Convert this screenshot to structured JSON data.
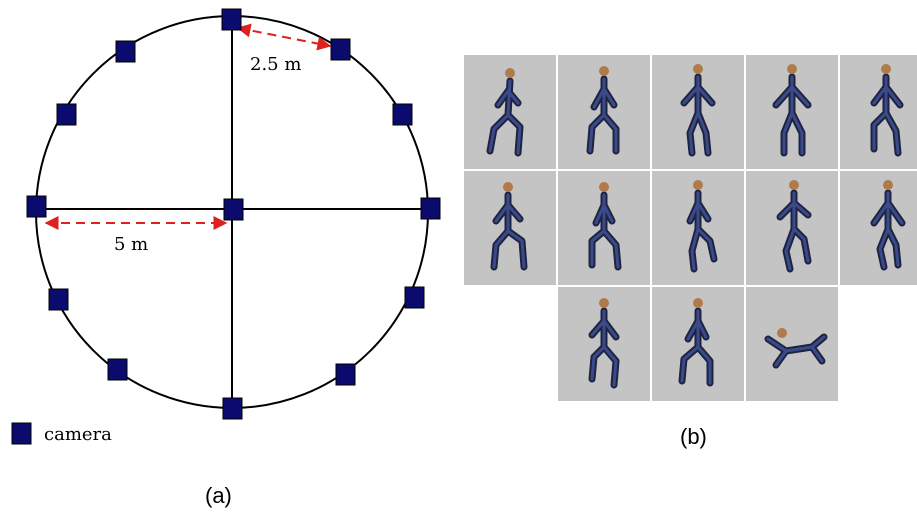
{
  "panel_a": {
    "label_arc": "2.5 m",
    "label_radius": "5 m",
    "legend_label": "camera",
    "caption": "(a)",
    "colors": {
      "camera": "#0b0b6e",
      "arrow": "#e02020",
      "line": "#000000"
    }
  },
  "panel_b": {
    "caption": "(b)",
    "tile_count": 13,
    "rows": [
      5,
      5,
      3
    ]
  }
}
